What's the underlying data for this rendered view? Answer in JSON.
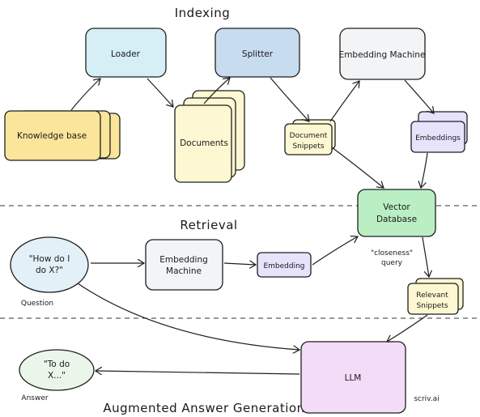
{
  "sections": {
    "indexing": "Indexing",
    "retrieval": "Retrieval",
    "augmented": "Augmented Answer Generation"
  },
  "nodes": {
    "loader": "Loader",
    "splitter": "Splitter",
    "embedding_machine_top": "Embedding Machine",
    "knowledge_base": "Knowledge base",
    "documents": "Documents",
    "document_snippets_1": "Document",
    "document_snippets_2": "Snippets",
    "embeddings": "Embeddings",
    "vector_database_1": "Vector",
    "vector_database_2": "Database",
    "question_1": "\"How do I",
    "question_2": "do X?\"",
    "question_caption": "Question",
    "embedding_machine_mid_1": "Embedding",
    "embedding_machine_mid_2": "Machine",
    "embedding": "Embedding",
    "closeness_1": "\"closeness\"",
    "closeness_2": "query",
    "relevant_snippets_1": "Relevant",
    "relevant_snippets_2": "Snippets",
    "llm": "LLM",
    "answer_1": "\"To do",
    "answer_2": "X...\"",
    "answer_caption": "Answer",
    "credit": "scriv.ai"
  },
  "colors": {
    "blue": "#d6eef6",
    "blue_dark": "#c8dcf0",
    "gray": "#f3f4f6",
    "yellow": "#fbe59a",
    "cream": "#fdf7d2",
    "purple": "#e6e3fb",
    "green": "#b9efc3",
    "pink": "#f3dcf7",
    "ellipse_blue": "#e3f0f8",
    "ellipse_green": "#eaf6ea"
  }
}
